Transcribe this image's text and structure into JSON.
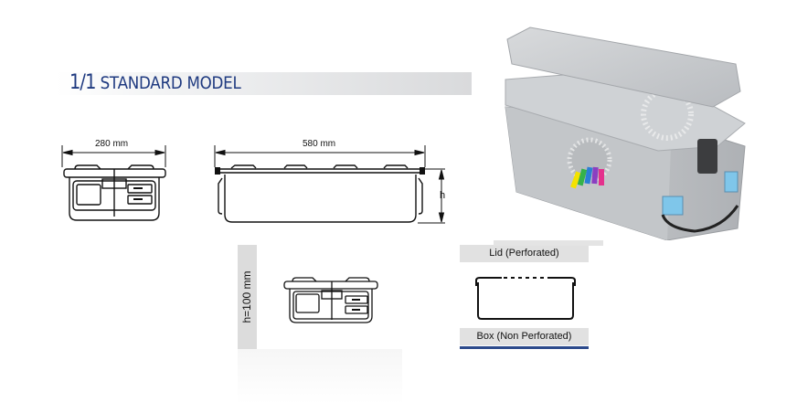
{
  "header": {
    "title_number": "1/1",
    "title_text": "STANDARD MODEL",
    "title_color": "#1f3a80"
  },
  "front_view": {
    "width_label": "280 mm"
  },
  "side_view": {
    "length_label": "580 mm",
    "height_marker": "h"
  },
  "height_panel": {
    "label": "h=100 mm"
  },
  "legend": {
    "lid_label": "Lid (Perforated)",
    "box_label": "Box (Non Perforated)",
    "accent_color": "#2c4a8c"
  },
  "product_photo": {
    "description": "sterilization-container-with-lid-and-perforated-inner-lid"
  }
}
